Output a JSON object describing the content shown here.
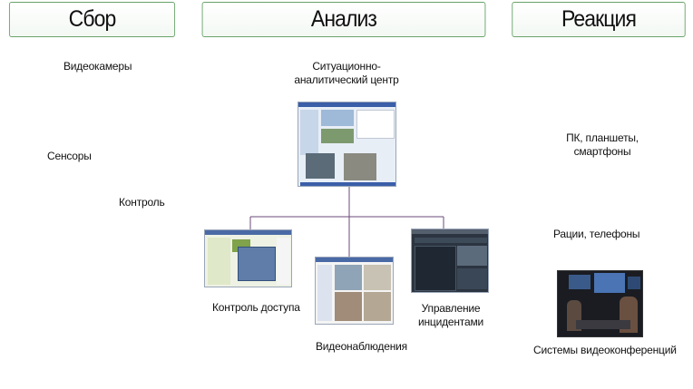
{
  "headers": {
    "collect": "Сбор",
    "analysis": "Анализ",
    "reaction": "Реакция"
  },
  "collect_items": {
    "cameras": "Видеокамеры",
    "sensors": "Сенсоры",
    "control": "Контроль"
  },
  "analysis_items": {
    "center_line1": "Ситуационно-",
    "center_line2": "аналитический центр",
    "access": "Контроль доступа",
    "video": "Видеонаблюдения",
    "incidents_line1": "Управление",
    "incidents_line2": "инцидентами"
  },
  "reaction_items": {
    "devices_line1": "ПК, планшеты,",
    "devices_line2": "смартфоны",
    "radios": "Рации, телефоны",
    "vconf": "Системы видеоконференций"
  },
  "colors": {
    "header_border": "#6aa36a",
    "connector": "#6b4a7a"
  }
}
